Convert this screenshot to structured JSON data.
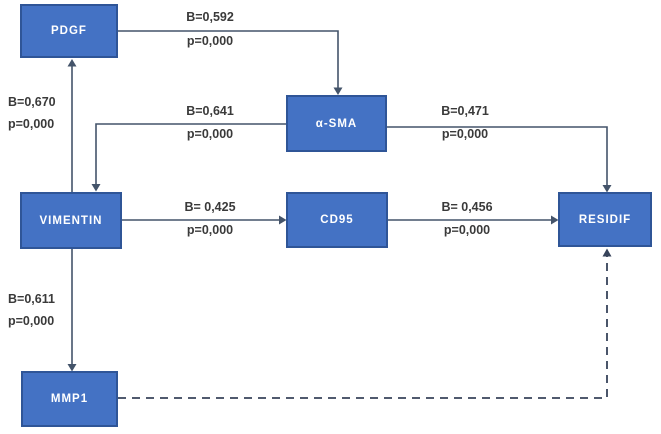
{
  "diagram": {
    "colors": {
      "background": "#FFFFFF",
      "box_fill": "#4472C4",
      "box_border": "#2F5597",
      "box_text": "#FFFFFF",
      "line": "#44546A",
      "dashed_line": "#37435A",
      "label_text": "#3A3A3A"
    },
    "nodes": [
      {
        "id": "pdgf",
        "label": "PDGF"
      },
      {
        "id": "asma",
        "label": "α-SMA"
      },
      {
        "id": "vimentin",
        "label": "VIMENTIN"
      },
      {
        "id": "cd95",
        "label": "CD95"
      },
      {
        "id": "residif",
        "label": "RESIDIF"
      },
      {
        "id": "mmp1",
        "label": "MMP1"
      }
    ],
    "edges": [
      {
        "from": "PDGF",
        "to": "α-SMA",
        "style": "solid",
        "b": "B=0,592",
        "p": "p=0,000"
      },
      {
        "from": "α-SMA",
        "to": "VIMENTIN",
        "style": "solid",
        "b": "B=0,641",
        "p": "p=0,000"
      },
      {
        "from": "VIMENTIN",
        "to": "PDGF",
        "style": "solid",
        "b": "B=0,670",
        "p": "p=0,000"
      },
      {
        "from": "α-SMA",
        "to": "RESIDIF",
        "style": "solid",
        "b": "B=0,471",
        "p": "p=0,000"
      },
      {
        "from": "VIMENTIN",
        "to": "CD95",
        "style": "solid",
        "b": "B= 0,425",
        "p": "p=0,000"
      },
      {
        "from": "CD95",
        "to": "RESIDIF",
        "style": "solid",
        "b": "B= 0,456",
        "p": "p=0,000"
      },
      {
        "from": "VIMENTIN",
        "to": "MMP1",
        "style": "solid",
        "b": "B=0,611",
        "p": "p=0,000"
      },
      {
        "from": "MMP1",
        "to": "RESIDIF",
        "style": "dashed",
        "b": "",
        "p": ""
      }
    ]
  }
}
